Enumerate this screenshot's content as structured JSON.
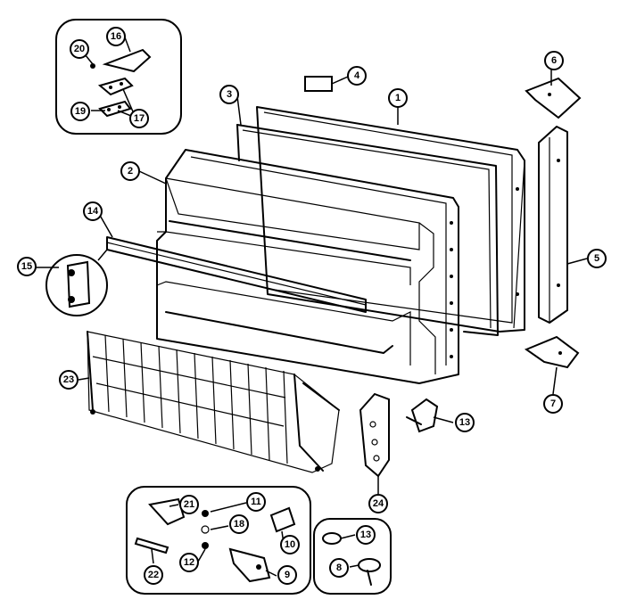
{
  "callouts": [
    {
      "id": "20",
      "label": "20"
    },
    {
      "id": "16",
      "label": "16"
    },
    {
      "id": "19",
      "label": "19"
    },
    {
      "id": "17",
      "label": "17"
    },
    {
      "id": "3",
      "label": "3"
    },
    {
      "id": "4",
      "label": "4"
    },
    {
      "id": "1",
      "label": "1"
    },
    {
      "id": "6",
      "label": "6"
    },
    {
      "id": "2",
      "label": "2"
    },
    {
      "id": "14",
      "label": "14"
    },
    {
      "id": "15",
      "label": "15"
    },
    {
      "id": "5",
      "label": "5"
    },
    {
      "id": "7",
      "label": "7"
    },
    {
      "id": "23",
      "label": "23"
    },
    {
      "id": "13a",
      "label": "13"
    },
    {
      "id": "24",
      "label": "24"
    },
    {
      "id": "21",
      "label": "21"
    },
    {
      "id": "11",
      "label": "11"
    },
    {
      "id": "18",
      "label": "18"
    },
    {
      "id": "10",
      "label": "10"
    },
    {
      "id": "12",
      "label": "12"
    },
    {
      "id": "22",
      "label": "22"
    },
    {
      "id": "9",
      "label": "9"
    },
    {
      "id": "13b",
      "label": "13"
    },
    {
      "id": "8",
      "label": "8"
    }
  ]
}
